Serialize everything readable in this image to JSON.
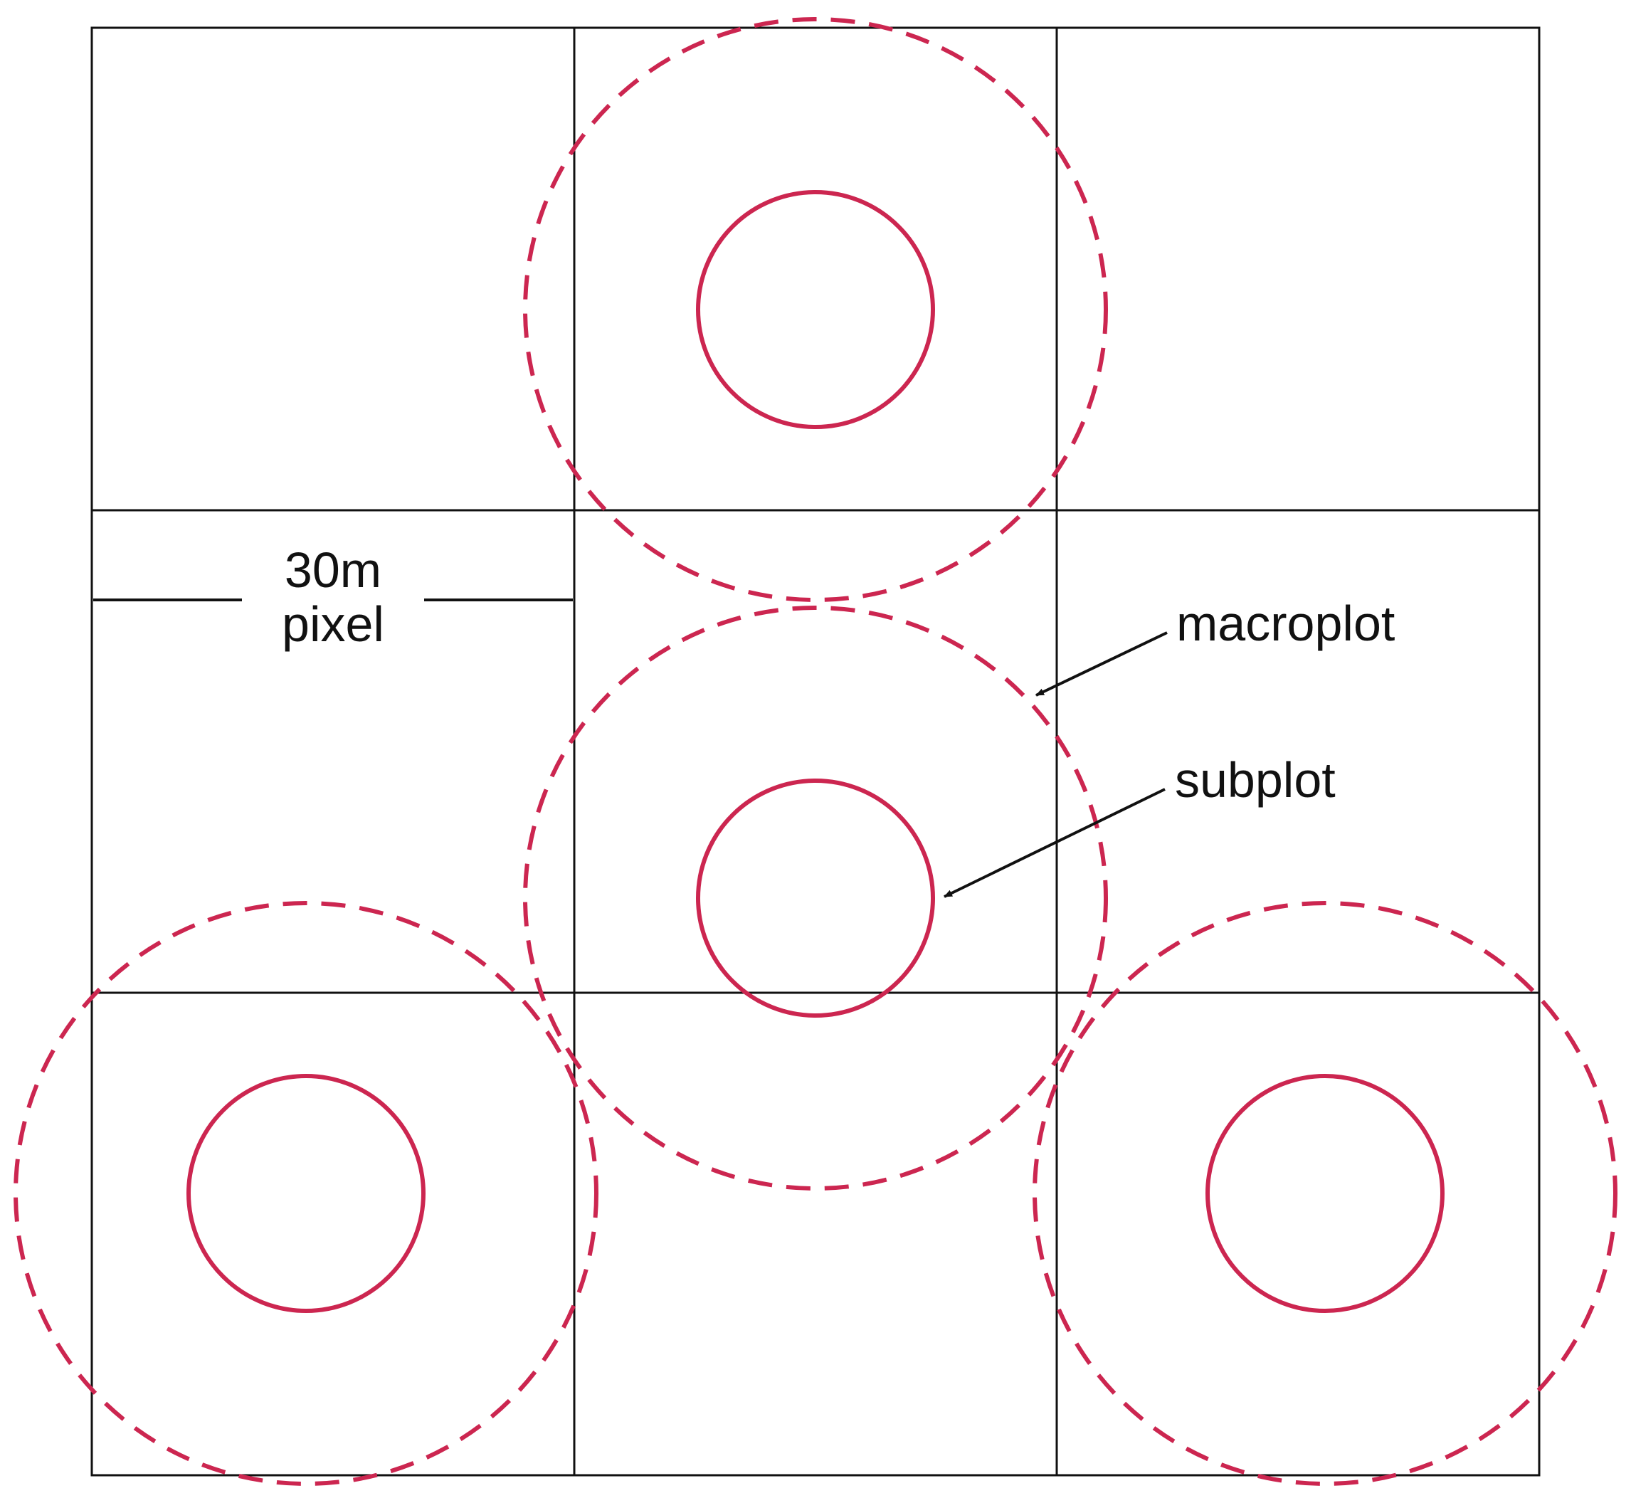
{
  "colors": {
    "grid": "#111111",
    "plot": "#cc2650",
    "text": "#111111"
  },
  "labels": {
    "scale_line1": "30m",
    "scale_line2": "pixel",
    "macroplot": "macroplot",
    "subplot": "subplot"
  },
  "grid": {
    "rows": 3,
    "cols": 3
  }
}
